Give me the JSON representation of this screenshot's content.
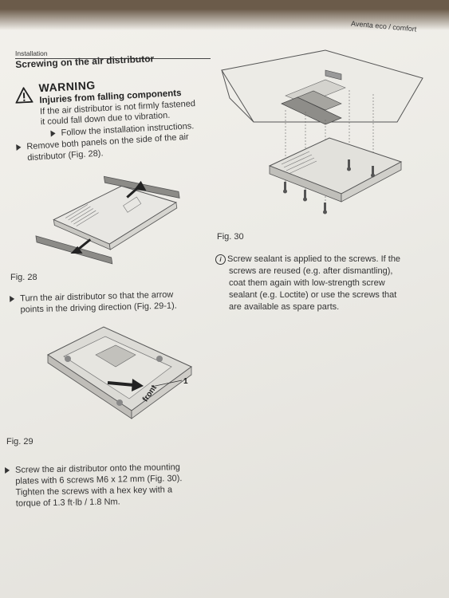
{
  "header": {
    "product": "Aventa eco / comfort"
  },
  "section": {
    "label": "Installation",
    "title": "Screwing on the air distributor"
  },
  "warning": {
    "title": "WARNING",
    "subtitle": "Injuries from falling components",
    "body_line1": "If the air distributor is not firmly fastened",
    "body_line2": "it could fall down due to vibration.",
    "action": "Follow the installation instructions."
  },
  "steps": [
    {
      "line1": "Remove both panels on the side of the air",
      "line2": "distributor (Fig. 28)."
    },
    {
      "line1": "Turn the air distributor so that the arrow",
      "line2": "points in the driving direction (Fig. 29-1)."
    },
    {
      "line1": "Screw the air distributor onto the mounting",
      "line2": "plates with 6 screws M6 x 12 mm (Fig. 30).",
      "line3": "Tighten the screws with a hex key with a",
      "line4": "torque of 1.3 ft·lb / 1.8 Nm."
    }
  ],
  "figures": {
    "fig28": "Fig. 28",
    "fig29": "Fig. 29",
    "fig30": "Fig. 30",
    "fig29_front": "front",
    "fig29_callout": "1"
  },
  "note": {
    "icon": "info-icon",
    "line1": "Screw sealant is applied to the screws. If the",
    "line2": "screws are reused (e.g. after dismantling),",
    "line3": "coat them again with low-strength screw",
    "line4": "sealant (e.g. Loctite) or use the screws that",
    "line5": "are available as spare parts."
  }
}
